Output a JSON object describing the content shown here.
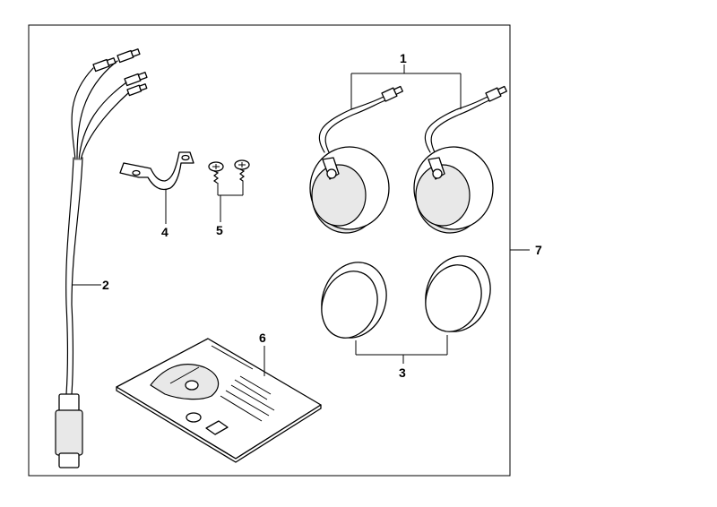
{
  "diagram": {
    "callouts": {
      "c1": "1",
      "c2": "2",
      "c3": "3",
      "c4": "4",
      "c5": "5",
      "c6": "6",
      "c7": "7"
    }
  },
  "colors": {
    "line": "#000000",
    "background": "#ffffff",
    "part_fill": "#e8e8e8"
  }
}
